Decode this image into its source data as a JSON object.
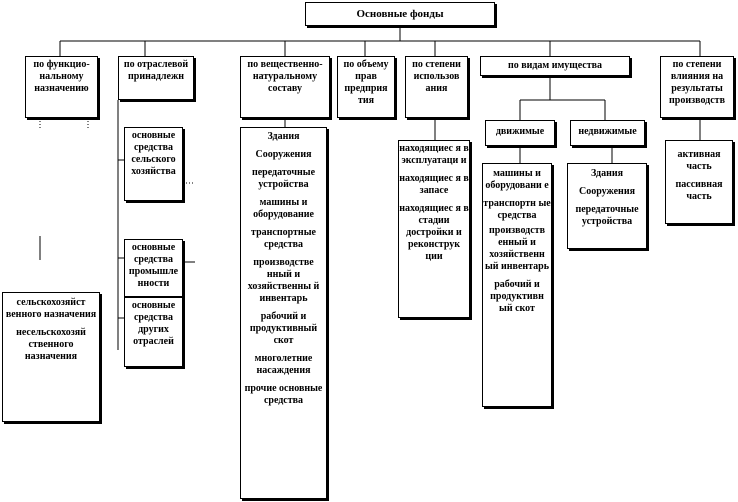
{
  "root": {
    "title": "Основные фонды"
  },
  "categories": [
    {
      "label": "по функцио-нальному назначению"
    },
    {
      "label": "по отраслевой принадлежн"
    },
    {
      "label": "по вещественно-натуральному составу"
    },
    {
      "label": "по объему прав предприя тия"
    },
    {
      "label": "по степени использов ания"
    },
    {
      "label": "по видам имущества"
    },
    {
      "label": "по степени влияния на результаты производств"
    }
  ],
  "functional": {
    "items": [
      "сельскохозяйст венного назначения",
      "несельскохозяй ственного назначения"
    ]
  },
  "branch": {
    "items": [
      "основные средства сельского хозяйства",
      "основные средства промышле нности",
      "основные средства других отраслей"
    ]
  },
  "material": {
    "items": [
      "Здания",
      "Сооружения",
      "передаточные устройства",
      "машины и оборудование",
      "транспортные средства",
      "производстве нный и хозяйственны й инвентарь",
      "рабочий и продуктивный скот",
      "многолетние насаждения",
      "прочие основные средства"
    ]
  },
  "usage": {
    "items": [
      "находящиес я в эксплуатаци и",
      "находящиес я в запасе",
      "находящиес я в стадии достройки и реконструк ции"
    ]
  },
  "property": {
    "movable": {
      "label": "движимые",
      "items": [
        "машины и оборудовани е",
        "транспортн ые средства",
        "производств енный и хозяйственн ый инвентарь",
        "рабочий и продуктивн ый скот"
      ]
    },
    "immovable": {
      "label": "недвижимые",
      "items": [
        "Здания",
        "Сооружения",
        "передаточные устройства"
      ]
    }
  },
  "influence": {
    "items": [
      "активная часть",
      "пассивная часть"
    ]
  }
}
